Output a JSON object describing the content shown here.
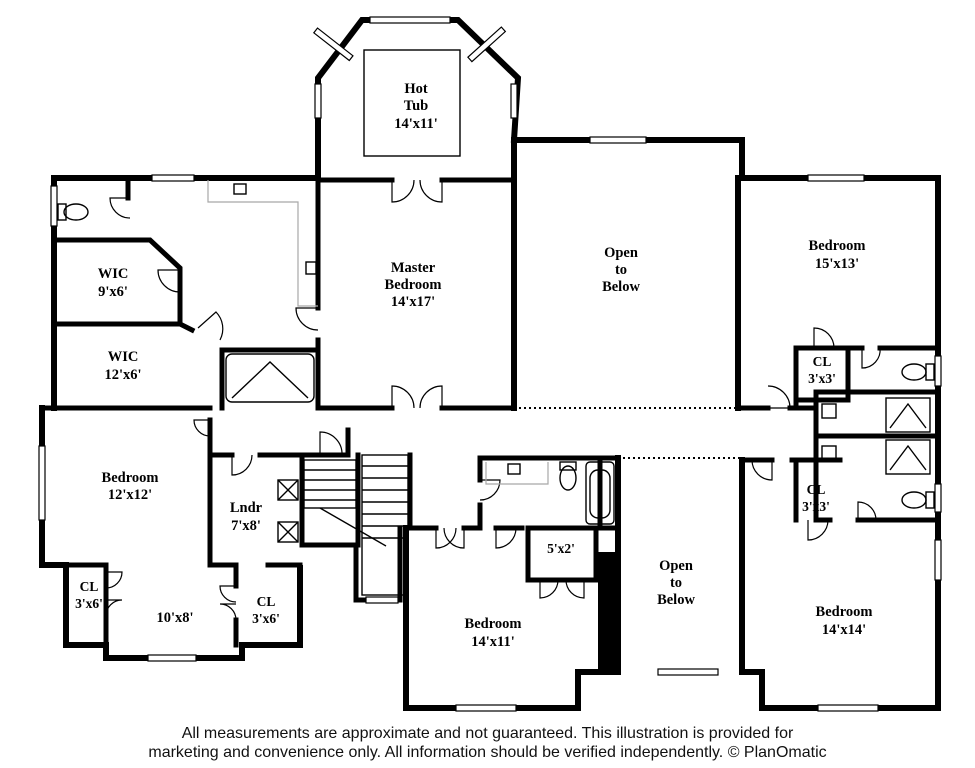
{
  "rooms": {
    "hot_tub": {
      "name_1": "Hot",
      "name_2": "Tub",
      "size": "14'x11'"
    },
    "master_bedroom": {
      "name_1": "Master",
      "name_2": "Bedroom",
      "size": "14'x17'"
    },
    "open_below_top": {
      "line_1": "Open",
      "line_2": "to",
      "line_3": "Below"
    },
    "bedroom_ne": {
      "name": "Bedroom",
      "size": "15'x13'"
    },
    "wic_1": {
      "name": "WIC",
      "size": "9'x6'"
    },
    "wic_2": {
      "name": "WIC",
      "size": "12'x6'"
    },
    "cl_ne": {
      "name": "CL",
      "size": "3'x3'"
    },
    "bedroom_w": {
      "name": "Bedroom",
      "size": "12'x12'"
    },
    "laundry": {
      "name": "Lndr",
      "size": "7'x8'"
    },
    "cl_e": {
      "name": "CL",
      "size": "3'x3'"
    },
    "closet_5x2": {
      "size": "5'x2'"
    },
    "open_below_bottom": {
      "line_1": "Open",
      "line_2": "to",
      "line_3": "Below"
    },
    "cl_sw": {
      "name": "CL",
      "size": "3'x6'"
    },
    "room_10x8": {
      "size": "10'x8'"
    },
    "cl_s": {
      "name": "CL",
      "size": "3'x6'"
    },
    "bedroom_s": {
      "name": "Bedroom",
      "size": "14'x11'"
    },
    "bedroom_se": {
      "name": "Bedroom",
      "size": "14'x14'"
    }
  },
  "disclaimer": {
    "line_1": "All measurements are approximate and not guaranteed. This illustration is provided for",
    "line_2": "marketing and convenience only. All information should be verified independently. © PlanOmatic"
  }
}
